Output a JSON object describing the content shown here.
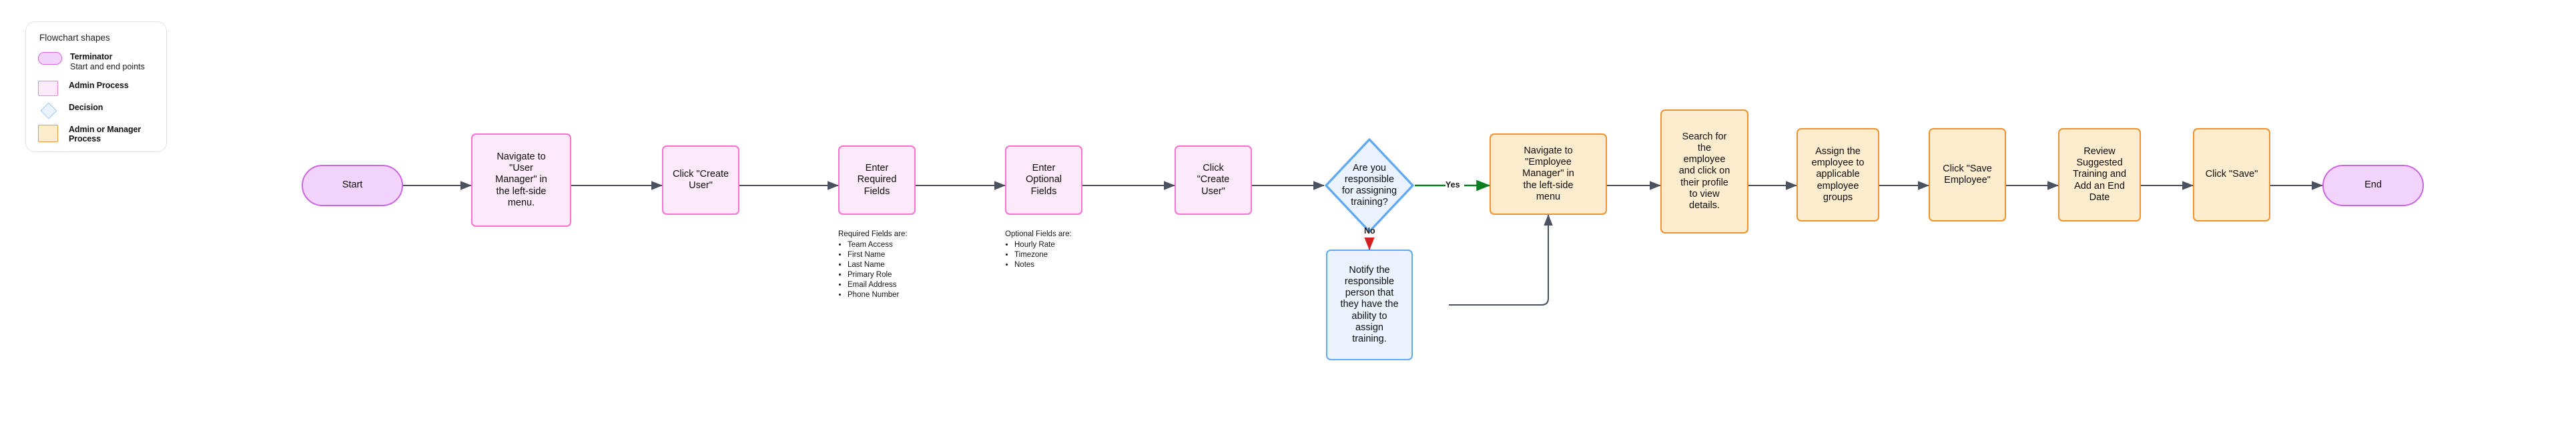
{
  "legend": {
    "title": "Flowchart shapes",
    "items": [
      {
        "icon": "terminator-swatch",
        "label": "Terminator",
        "sublabel": "Start and end points",
        "color": "#f2d3fb",
        "border": "#cb66e3"
      },
      {
        "icon": "admin-process-swatch",
        "label": "Admin Process",
        "sublabel": "",
        "color": "#fdeaf8",
        "border": "#fb72d1"
      },
      {
        "icon": "decision-swatch",
        "label": "Decision",
        "sublabel": "",
        "color": "#e9f2fd",
        "border": "#61aaf0"
      },
      {
        "icon": "admin-or-manager-swatch",
        "label": "Admin or Manager Process",
        "sublabel": "",
        "color": "#fdeccd",
        "border": "#f2912f"
      }
    ]
  },
  "flow": {
    "nodes": {
      "start": "Start",
      "navigate_user_manager": "Navigate to\n\"User\nManager\" in\nthe left-side\nmenu.",
      "click_create_user_1": "Click \"Create\nUser\"",
      "enter_required_fields": "Enter\nRequired\nFields",
      "enter_optional_fields": "Enter\nOptional\nFields",
      "click_create_user_2": "Click\n\"Create\nUser\"",
      "decision_training": "Are you\nresponsible\nfor assigning\ntraining?",
      "notify_responsible": "Notify the\nresponsible\nperson that\nthey have the\nability to\nassign\ntraining.",
      "navigate_employee_manager": "Navigate to\n\"Employee\nManager\" in\nthe left-side\nmenu",
      "search_employee": "Search for\nthe\nemployee\nand click on\ntheir profile\nto view\ndetails.",
      "assign_groups": "Assign the\nemployee to\napplicable\nemployee\ngroups",
      "click_save_employee": "Click \"Save\nEmployee\"",
      "review_training": "Review\nSuggested\nTraining and\nAdd an End\nDate",
      "click_save": "Click \"Save\"",
      "end": "End"
    },
    "edge_labels": {
      "yes": "Yes",
      "no": "No"
    },
    "annotations": {
      "required": {
        "heading": "Required Fields are:",
        "items": [
          "Team Access",
          "First Name",
          "Last Name",
          "Primary Role",
          "Email Address",
          "Phone Number"
        ]
      },
      "optional": {
        "heading": "Optional Fields are:",
        "items": [
          "Hourly Rate",
          "Timezone",
          "Notes"
        ]
      }
    },
    "colors": {
      "terminator_fill": "#f2d3fb",
      "terminator_stroke": "#cb66e3",
      "process_fill": "#fdeaf8",
      "process_stroke": "#fb72d1",
      "manager_fill": "#fdeccd",
      "manager_stroke": "#f2912f",
      "decision_fill": "#e9f2fd",
      "decision_stroke": "#61aaf0",
      "yes_edge": "#0a7f22",
      "no_edge": "#d32020",
      "edge": "#4a5260"
    }
  }
}
